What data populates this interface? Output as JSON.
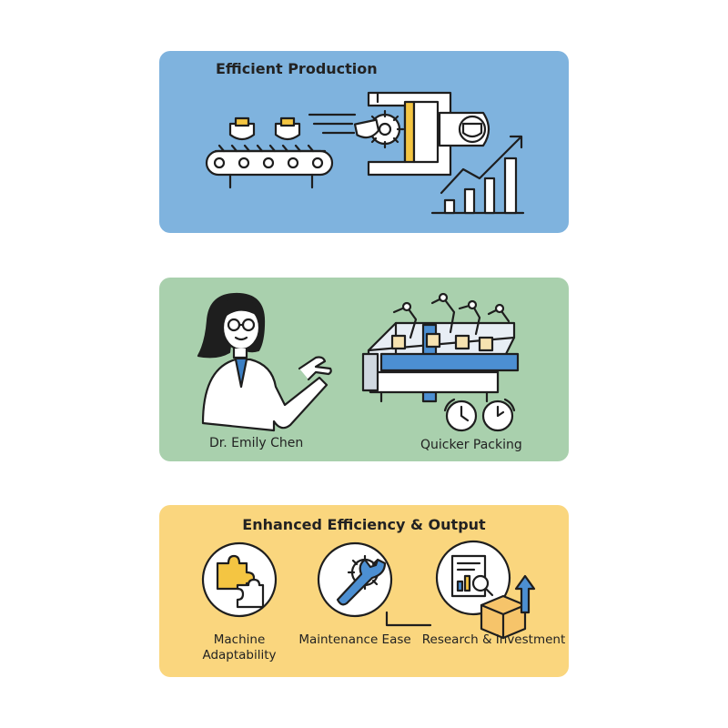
{
  "panel_efficient": {
    "title": "Efficient Production"
  },
  "panel_expert": {
    "person_name": "Dr. Emily Chen",
    "caption": "Quicker Packing"
  },
  "panel_output": {
    "title": "Enhanced Efficiency & Output",
    "items": [
      {
        "line1": "Machine",
        "line2": "Adaptability",
        "icon": "puzzle-icon"
      },
      {
        "line1": "Maintenance Ease",
        "icon": "wrench-gear-icon"
      },
      {
        "line1": "Research & Investment",
        "icon": "report-magnifier-icon"
      }
    ]
  },
  "colors": {
    "blue": "#7fb3de",
    "green": "#a9d0ad",
    "yellow": "#fad67e",
    "accent_yellow": "#f4c542"
  }
}
